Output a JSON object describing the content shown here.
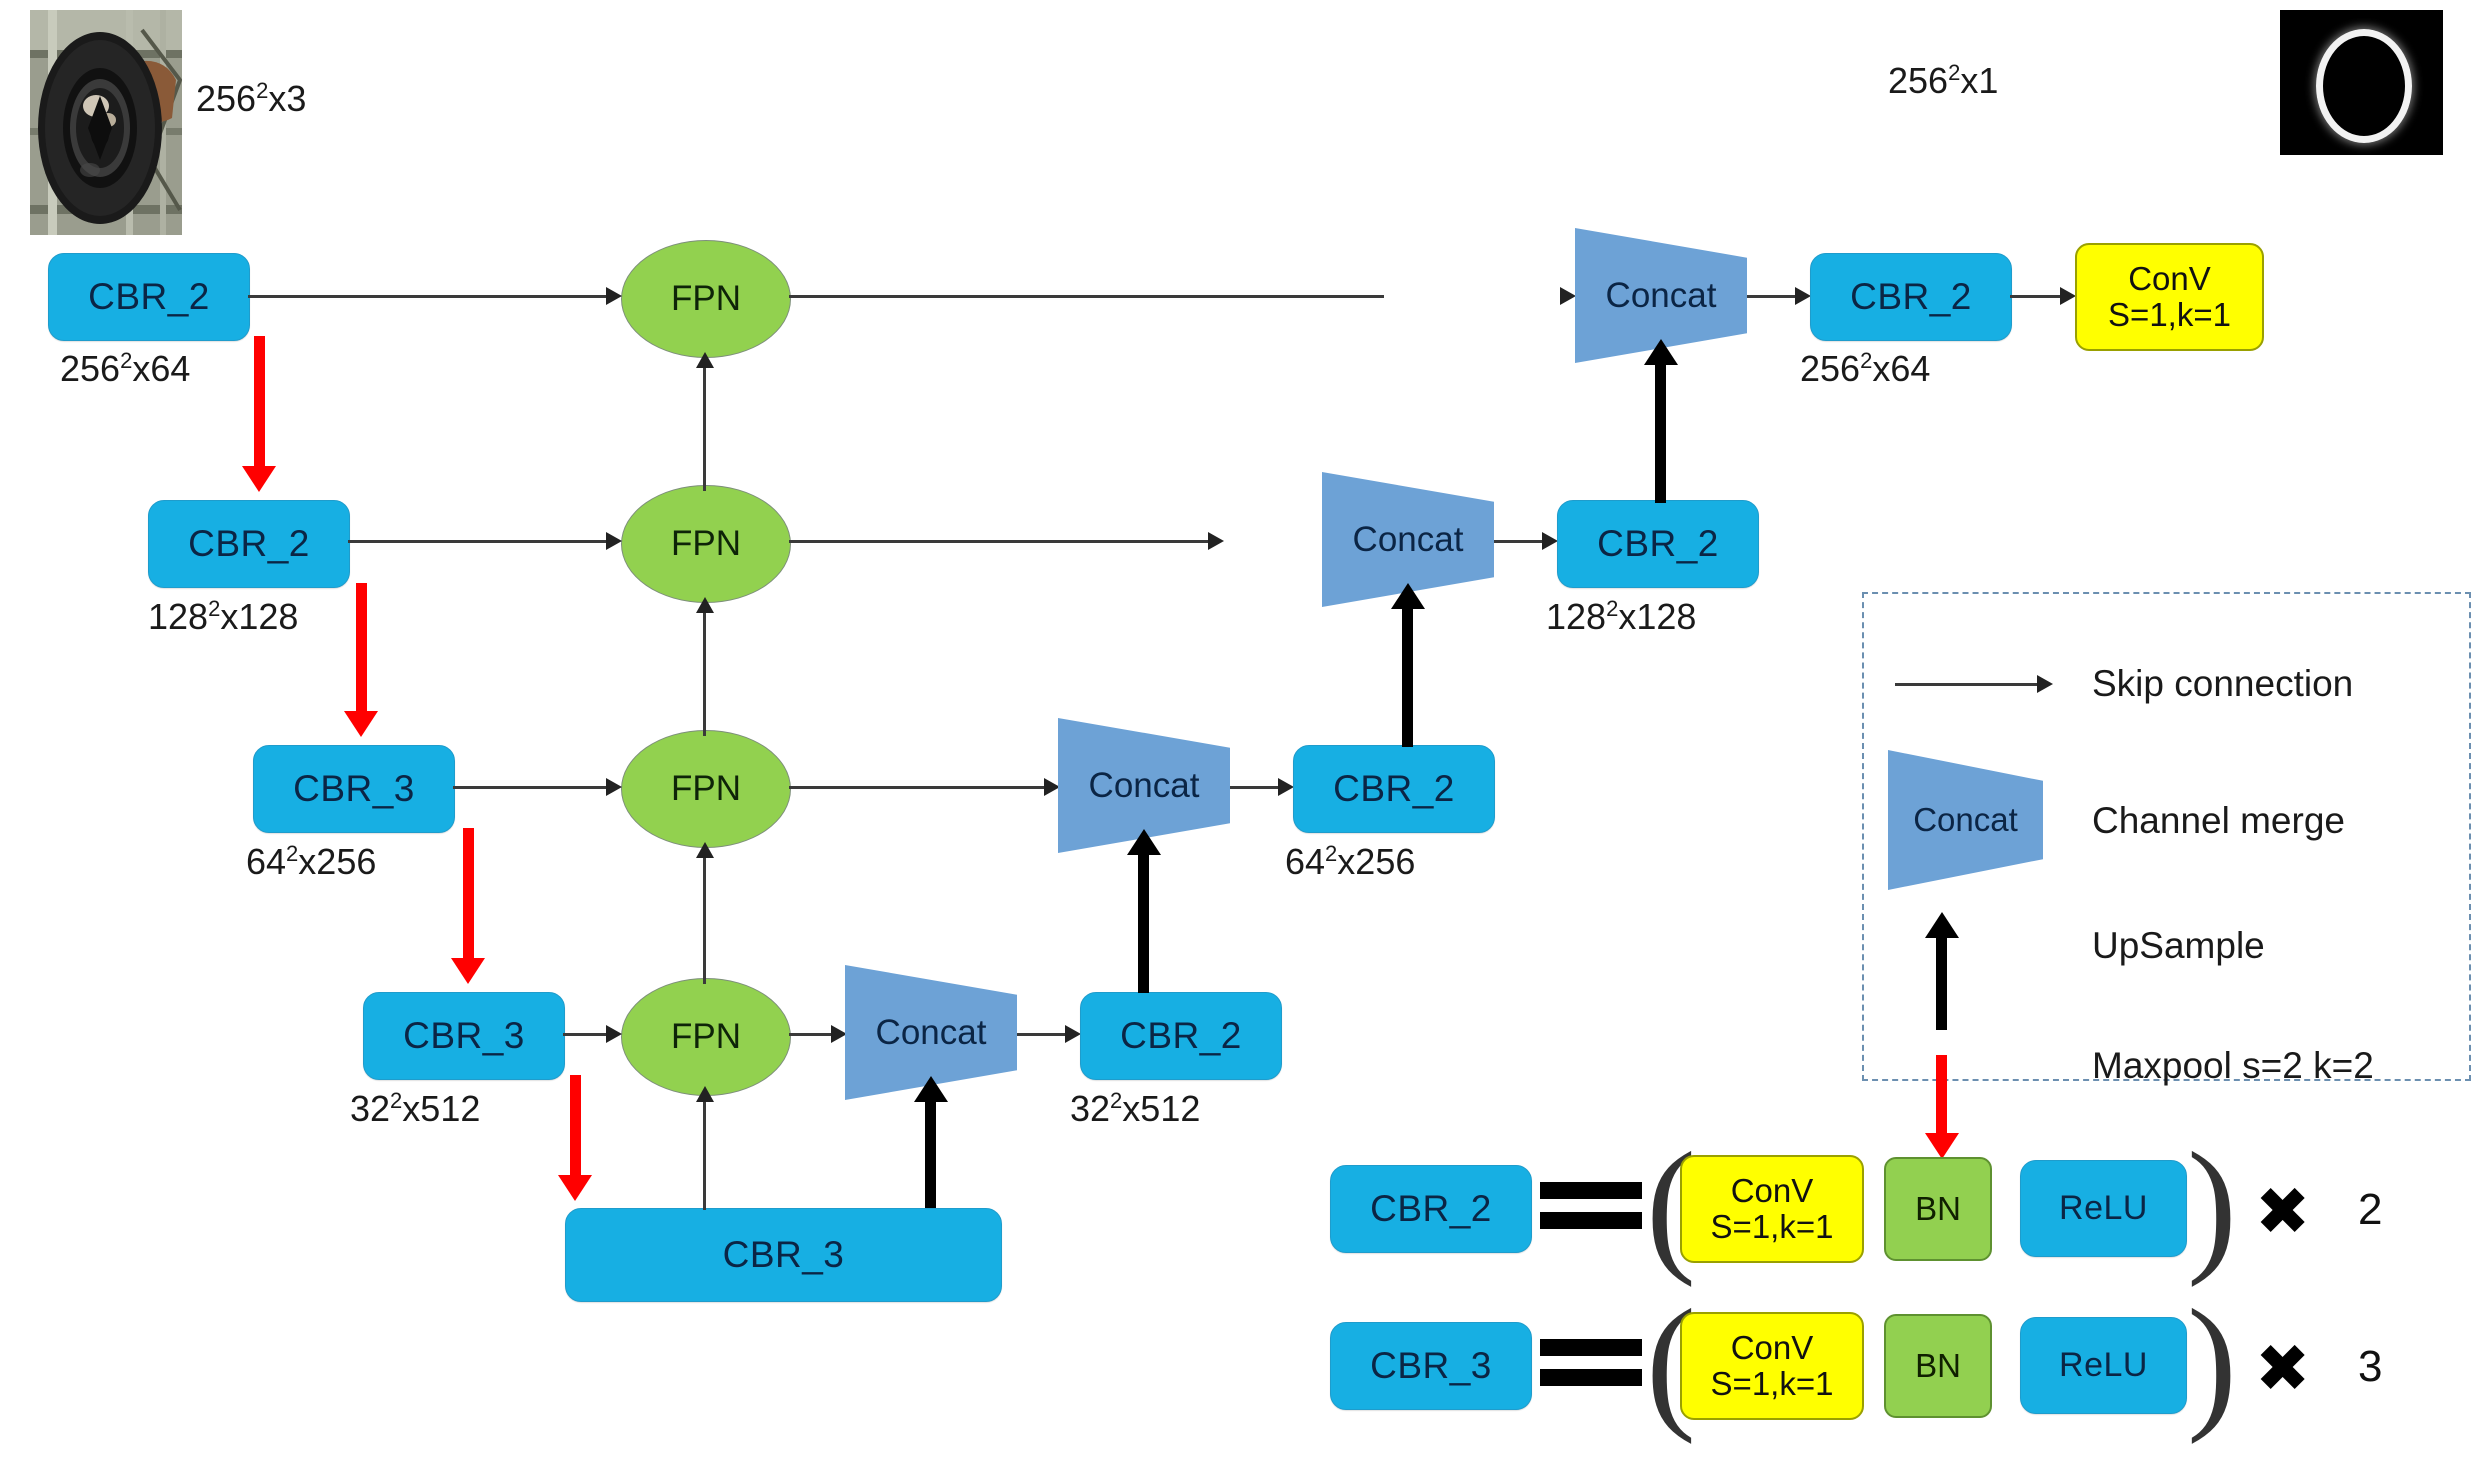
{
  "diagram": {
    "title": "FPN U-Net segmentation network architecture",
    "colors": {
      "cbr_blue": "#17AFE3",
      "concat_blue": "#6DA2D6",
      "fpn_green": "#92D14F",
      "bn_green": "#92D050",
      "conv_yellow": "#FFFF00",
      "maxpool_red": "#FF0000",
      "upsample_black": "#000000",
      "legend_border": "#6B8FB0"
    }
  },
  "input": {
    "label": "256²x3",
    "label_base": "256",
    "label_exp": "2",
    "label_suffix": "x3",
    "image_name": "tire-photo"
  },
  "output": {
    "label": "256²x1",
    "label_base": "256",
    "label_exp": "2",
    "label_suffix": "x1",
    "image_name": "segmentation-mask"
  },
  "encoder": [
    {
      "name": "CBR_2",
      "dim_base": "256",
      "dim_exp": "2",
      "dim_suffix": "x64"
    },
    {
      "name": "CBR_2",
      "dim_base": "128",
      "dim_exp": "2",
      "dim_suffix": "x128"
    },
    {
      "name": "CBR_3",
      "dim_base": "64",
      "dim_exp": "2",
      "dim_suffix": "x256"
    },
    {
      "name": "CBR_3",
      "dim_base": "32",
      "dim_exp": "2",
      "dim_suffix": "x512"
    }
  ],
  "bottleneck": {
    "name": "CBR_3"
  },
  "fpn": [
    {
      "name": "FPN"
    },
    {
      "name": "FPN"
    },
    {
      "name": "FPN"
    },
    {
      "name": "FPN"
    }
  ],
  "decoder": [
    {
      "concat": "Concat",
      "name": "CBR_2",
      "dim_base": "256",
      "dim_exp": "2",
      "dim_suffix": "x64"
    },
    {
      "concat": "Concat",
      "name": "CBR_2",
      "dim_base": "128",
      "dim_exp": "2",
      "dim_suffix": "x128"
    },
    {
      "concat": "Concat",
      "name": "CBR_2",
      "dim_base": "64",
      "dim_exp": "2",
      "dim_suffix": "x256"
    },
    {
      "concat": "Concat",
      "name": "CBR_2",
      "dim_base": "32",
      "dim_exp": "2",
      "dim_suffix": "x512"
    }
  ],
  "head": {
    "line1": "ConV",
    "line2": "S=1,k=1"
  },
  "legend": {
    "items": [
      {
        "icon": "thin-right-arrow-icon",
        "label": "Skip connection"
      },
      {
        "icon": "concat-trapezoid-icon",
        "shape_label": "Concat",
        "label": "Channel merge"
      },
      {
        "icon": "thick-up-arrow-icon",
        "label": "UpSample"
      },
      {
        "icon": "red-down-arrow-icon",
        "label": "Maxpool s=2 k=2"
      }
    ]
  },
  "cbr_definitions": [
    {
      "block": "CBR_2",
      "equals": "=",
      "conv_line1": "ConV",
      "conv_line2": "S=1,k=1",
      "bn": "BN",
      "relu": "ReLU",
      "times_symbol": "✖",
      "repeat": "2"
    },
    {
      "block": "CBR_3",
      "equals": "=",
      "conv_line1": "ConV",
      "conv_line2": "S=1,k=1",
      "bn": "BN",
      "relu": "ReLU",
      "times_symbol": "✖",
      "repeat": "3"
    }
  ]
}
